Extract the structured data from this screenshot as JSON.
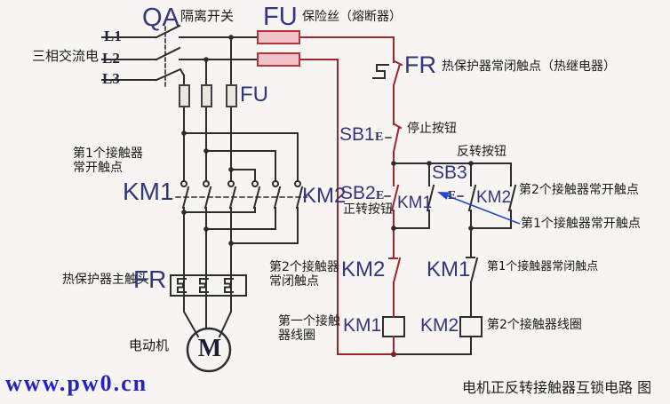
{
  "colors": {
    "wire": "#2d2d2d",
    "live_wire": "#9e2430",
    "component_label": "#35357e",
    "fuse_fill": "#f0c3c8",
    "fuse_border": "#b5323c",
    "arrow": "#2747c9",
    "watermark": "#2424c4"
  },
  "power": {
    "source": "三相交流电",
    "l1": "L1",
    "l2": "L2",
    "l3": "L3",
    "qa": "QA",
    "qa_desc": "隔离开关",
    "fu": "FU",
    "fu_desc": "保险丝（熔断器）",
    "fu_branch": "FU"
  },
  "main": {
    "km1": "KM1",
    "km1_desc1": "第1个接触器",
    "km1_desc2": "常开触点",
    "km2": "KM2",
    "fr": "FR",
    "fr_desc": "热保护器主触头",
    "motor": "电动机",
    "motor_symbol": "M"
  },
  "control": {
    "fr": "FR",
    "fr_desc": "热保护器常闭触点（热继电器）",
    "sb1": "SB1",
    "sb1_desc": "停止按钮",
    "sb2": "SB2",
    "sb2_desc": "正转按钮",
    "sb3": "SB3",
    "sb3_desc": "反转按钮",
    "push_symbol": "E",
    "km1_no": "KM1",
    "km1_no_desc": "第1个接触器常开触点",
    "km2_no": "KM2",
    "km2_no_desc": "第2个接触器常开触点",
    "km2_nc": "KM2",
    "km2_nc_desc1": "第2个接触器",
    "km2_nc_desc2": "常闭触点",
    "km1_nc": "KM1",
    "km1_nc_desc": "第1个接触器常闭触点",
    "km1_coil": "KM1",
    "km1_coil_desc1": "第一个接触",
    "km1_coil_desc2": "器线圈",
    "km2_coil": "KM2",
    "km2_coil_desc": "第2个接触器线圈"
  },
  "footer": {
    "watermark": "www.pw0.cn",
    "caption": "电机正反转接触器互锁电路 图"
  }
}
